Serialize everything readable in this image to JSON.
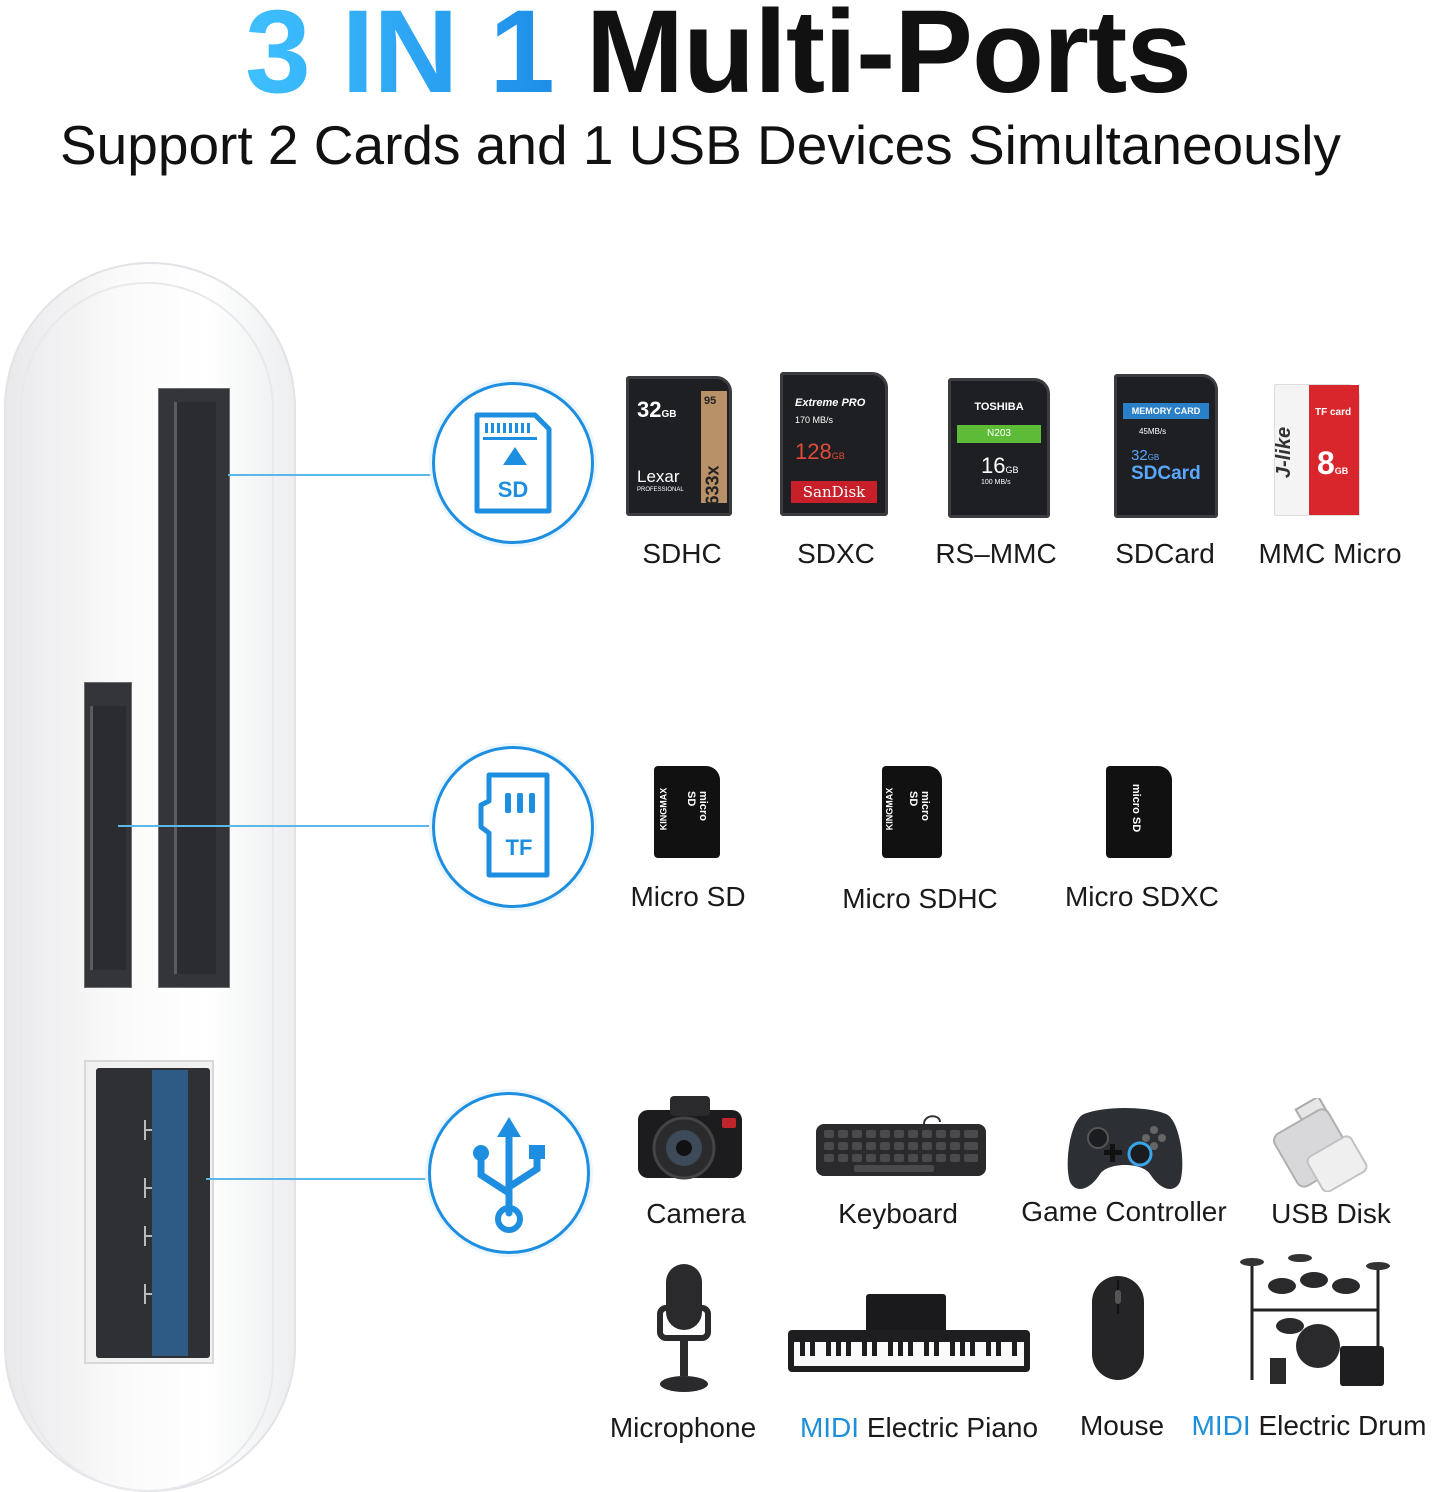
{
  "header": {
    "title_accent": "3 IN 1",
    "title_main": "Multi-Ports",
    "subtitle": "Support 2 Cards and 1 USB Devices Simultaneously"
  },
  "ports": {
    "sd": {
      "icon_label": "SD"
    },
    "tf": {
      "icon_label": "TF"
    }
  },
  "sd_cards": [
    {
      "label": "SDHC",
      "capacity": "32",
      "unit": "GB",
      "brand": "Lexar",
      "speed": "633x",
      "note": "95",
      "line2": "PROFESSIONAL"
    },
    {
      "label": "SDXC",
      "capacity": "128",
      "unit": "GB",
      "brand": "SanDisk",
      "speed": "170 MB/s",
      "note": "Extreme PRO"
    },
    {
      "label": "RS–MMC",
      "capacity": "16",
      "unit": "GB",
      "brand": "TOSHIBA",
      "note": "N203",
      "speed": "100 MB/s"
    },
    {
      "label": "SDCard",
      "capacity": "32",
      "unit": "GB",
      "brand": "SDCard",
      "note": "MEMORY CARD",
      "speed": "45MB/s"
    },
    {
      "label": "MMC Micro",
      "capacity": "8",
      "unit": "GB",
      "brand": "J-like",
      "note": "TF card"
    }
  ],
  "tf_cards": [
    {
      "label": "Micro SD",
      "brand": "KINGMAX",
      "note": "micro SD"
    },
    {
      "label": "Micro SDHC",
      "brand": "KINGMAX",
      "note": "micro SD"
    },
    {
      "label": "Micro SDXC",
      "brand": "",
      "note": "micro SD"
    }
  ],
  "usb_devices": [
    {
      "label": "Camera"
    },
    {
      "label": "Keyboard"
    },
    {
      "label": "Game Controller"
    },
    {
      "label": "USB Disk"
    },
    {
      "label": "Microphone"
    },
    {
      "prefix": "MIDI",
      "label": "Electric Piano"
    },
    {
      "label": "Mouse"
    },
    {
      "prefix": "MIDI",
      "label": "Electric Drum"
    }
  ],
  "colors": {
    "accent_blue": "#1e8fe0",
    "line_blue": "#5bb7e6",
    "usb_tongue": "#2e5a86"
  }
}
